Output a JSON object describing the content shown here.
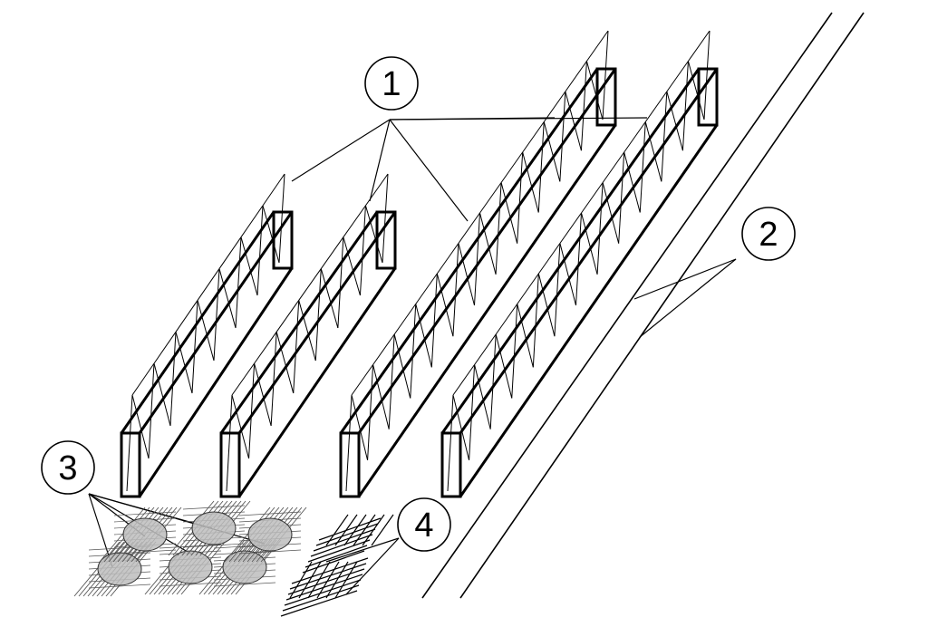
{
  "callouts": {
    "c1": "1",
    "c2": "2",
    "c3": "3",
    "c4": "4"
  },
  "colors": {
    "ink": "#000000",
    "hatch": "#555555",
    "fill": "#bdbdbd",
    "background": "#ffffff"
  }
}
